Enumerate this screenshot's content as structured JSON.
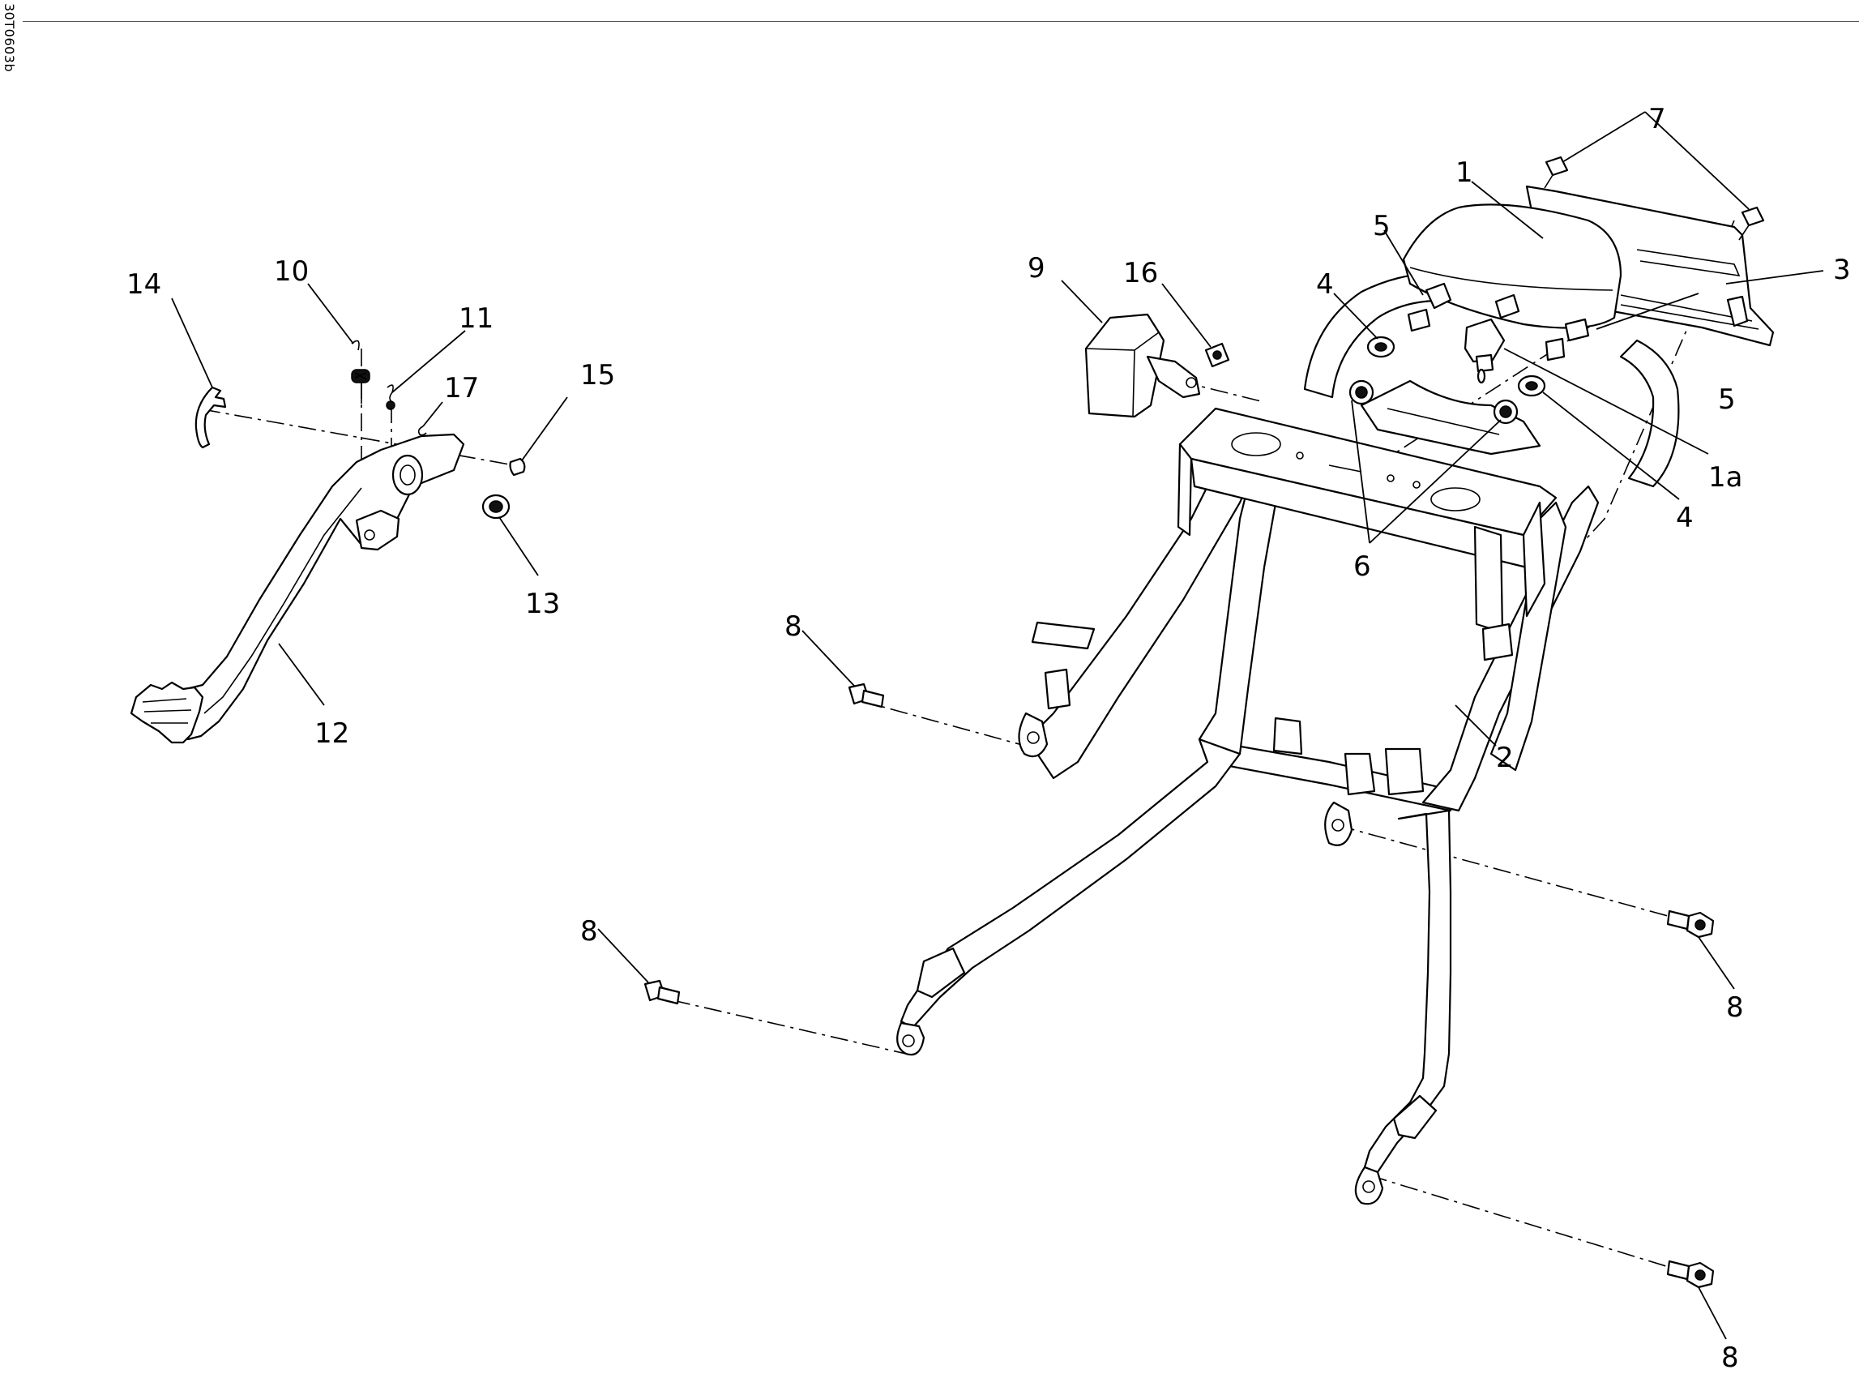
{
  "drawing_id": "30T0603b",
  "callouts": [
    "1",
    "1a",
    "2",
    "3",
    "4",
    "5",
    "6",
    "7",
    "8",
    "9",
    "10",
    "11",
    "12",
    "13",
    "14",
    "15",
    "16",
    "17"
  ]
}
